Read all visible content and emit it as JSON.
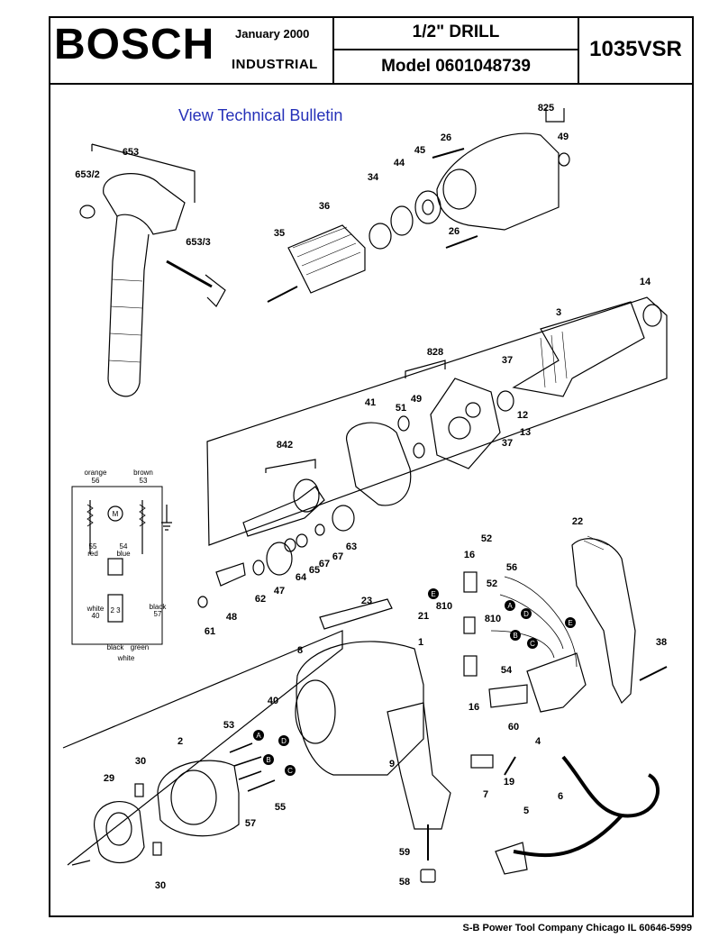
{
  "header": {
    "brand": "BOSCH",
    "date": "January 2000",
    "division": "INDUSTRIAL",
    "product": "1/2\" DRILL",
    "model": "Model 0601048739",
    "model_code": "1035VSR"
  },
  "link": {
    "bulletin": "View Technical Bulletin"
  },
  "footer": {
    "company": "S-B Power Tool Company  Chicago IL 60646-5999"
  },
  "parts": {
    "p653": "653",
    "p653_2": "653/2",
    "p653_3": "653/3",
    "p825": "825",
    "p26a": "26",
    "p26b": "26",
    "p49a": "49",
    "p45": "45",
    "p44": "44",
    "p34": "34",
    "p36": "36",
    "p35": "35",
    "p14": "14",
    "p3": "3",
    "p828": "828",
    "p37a": "37",
    "p37b": "37",
    "p13": "13",
    "p12": "12",
    "p41": "41",
    "p51": "51",
    "p49b": "49",
    "p842": "842",
    "p63": "63",
    "p67a": "67",
    "p67b": "67",
    "p65": "65",
    "p64": "64",
    "p47": "47",
    "p62": "62",
    "p48": "48",
    "p61": "61",
    "p22": "22",
    "p52a": "52",
    "p52b": "52",
    "p16a": "16",
    "p16b": "16",
    "p56": "56",
    "p810a": "810",
    "p810b": "810",
    "p23": "23",
    "p21": "21",
    "p8": "8",
    "p1": "1",
    "p40": "40",
    "p53": "53",
    "p2": "2",
    "p30a": "30",
    "p30b": "30",
    "p29": "29",
    "p57": "57",
    "p55": "55",
    "p9": "9",
    "p54": "54",
    "p60": "60",
    "p4": "4",
    "p38": "38",
    "p7": "7",
    "p19": "19",
    "p6": "6",
    "p5": "5",
    "p59": "59",
    "p58": "58"
  },
  "markers": [
    "A",
    "B",
    "C",
    "D",
    "E"
  ],
  "wiring": {
    "orange": "orange",
    "n56": "56",
    "brown": "brown",
    "n53": "53",
    "motor": "M",
    "n55": "55",
    "red": "red",
    "n54": "54",
    "blue": "blue",
    "white": "white",
    "n40": "40",
    "black": "black",
    "n57": "57",
    "black2": "black",
    "green": "green",
    "white2": "white",
    "t23": "2 3"
  }
}
